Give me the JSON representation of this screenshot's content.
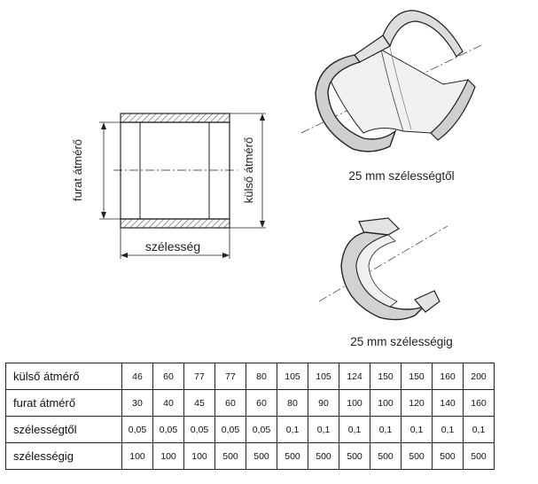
{
  "labels": {
    "bore": "furat átmérő",
    "outer": "külső átmérő",
    "width": "szélesség",
    "caption_top": "25 mm szélességtől",
    "caption_bottom": "25 mm szélességig"
  },
  "table": {
    "rows": [
      {
        "label": "külső átmérő",
        "values": [
          "46",
          "60",
          "77",
          "77",
          "80",
          "105",
          "105",
          "124",
          "150",
          "150",
          "160",
          "200"
        ]
      },
      {
        "label": "furat átmérő",
        "values": [
          "30",
          "40",
          "45",
          "60",
          "60",
          "80",
          "90",
          "100",
          "100",
          "120",
          "140",
          "160"
        ]
      },
      {
        "label": "szélességtől",
        "values": [
          "0,05",
          "0,05",
          "0,05",
          "0,05",
          "0,05",
          "0,1",
          "0,1",
          "0,1",
          "0,1",
          "0,1",
          "0,1",
          "0,1"
        ]
      },
      {
        "label": "szélességig",
        "values": [
          "100",
          "100",
          "100",
          "500",
          "500",
          "500",
          "500",
          "500",
          "500",
          "500",
          "500",
          "500"
        ]
      }
    ]
  }
}
